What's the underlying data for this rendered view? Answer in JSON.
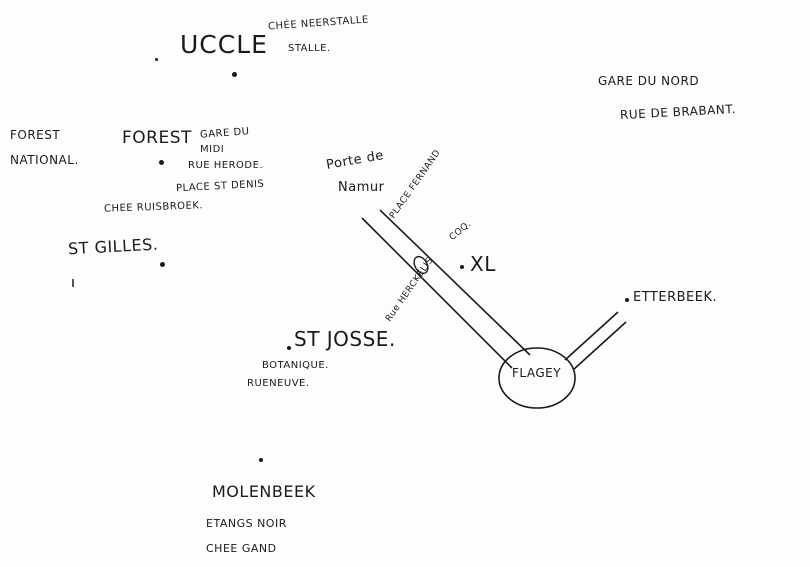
{
  "places": {
    "uccle": "UCCLE",
    "uccle_sub1": "CHÉE NEERSTALLE",
    "uccle_sub2": "STALLE.",
    "gare_du_nord": "GARE DU NORD",
    "rue_de_brabant": "RUE DE BRABANT.",
    "forest_national_1": "FOREST",
    "forest_national_2": "NATIONAL.",
    "forest": "FOREST",
    "gare_du_midi_1": "GARE DU",
    "gare_du_midi_2": "MIDI",
    "rue_herode": "RUE HERODE.",
    "place_st_denis": "PLACE ST DENIS",
    "chee_ruisbroek": "CHEE RUISBROEK.",
    "porte_de_namur_1": "Porte de",
    "porte_de_namur_2": "Namur",
    "place_fernand_coq_1": "PLACE FERNAND",
    "place_fernand_coq_2": "COQ.",
    "xl": "XL",
    "st_gilles": "ST GILLES.",
    "rue_herckelis": "Rue HERCKELIS",
    "etterbeek": "ETTERBEEK.",
    "st_josse": "ST JOSSE.",
    "botanique": "BOTANIQUE.",
    "rue_neuve": "RUENEUVE.",
    "flagey": "FLAGEY",
    "molenbeek": "MOLENBEEK",
    "etangs_noir": "ETANGS NOIR",
    "chee_gand": "CHEE GAND"
  },
  "colors": {
    "ink": "#1a1a1a",
    "paper": "#fdfdfb"
  }
}
